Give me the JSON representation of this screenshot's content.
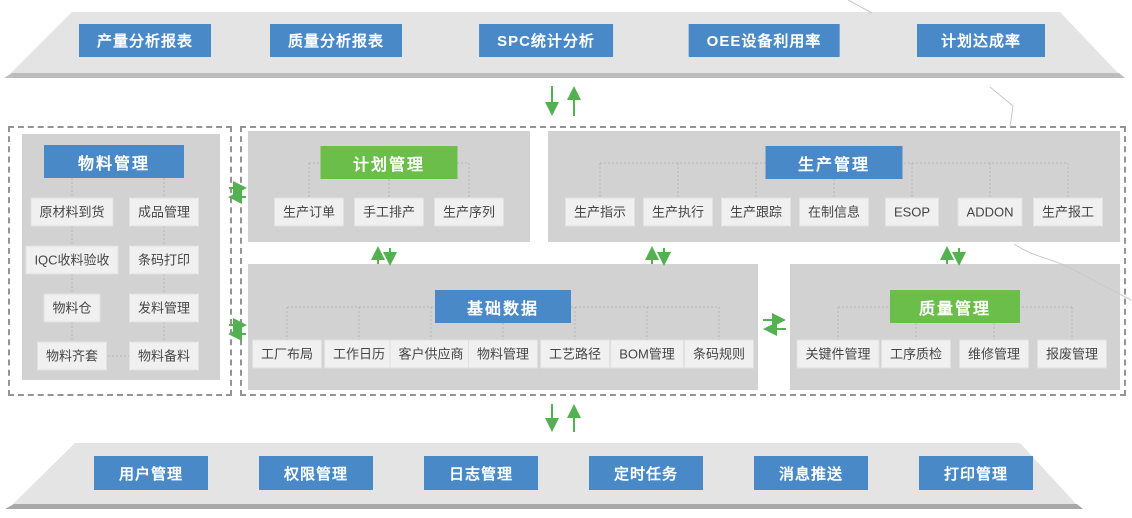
{
  "top_bar": {
    "items": [
      "产量分析报表",
      "质量分析报表",
      "SPC统计分析",
      "OEE设备利用率",
      "计划达成率"
    ]
  },
  "bottom_bar": {
    "items": [
      "用户管理",
      "权限管理",
      "日志管理",
      "定时任务",
      "消息推送",
      "打印管理"
    ]
  },
  "modules": {
    "material": {
      "title": "物料管理",
      "items": [
        "原材料到货",
        "成品管理",
        "IQC收料验收",
        "条码打印",
        "物料仓",
        "发料管理",
        "物料齐套",
        "物料备料"
      ]
    },
    "plan": {
      "title": "计划管理",
      "items": [
        "生产订单",
        "手工排产",
        "生产序列"
      ]
    },
    "production": {
      "title": "生产管理",
      "items": [
        "生产指示",
        "生产执行",
        "生产跟踪",
        "在制信息",
        "ESOP",
        "ADDON",
        "生产报工"
      ]
    },
    "base": {
      "title": "基础数据",
      "items": [
        "工厂布局",
        "工作日历",
        "客户供应商",
        "物料管理",
        "工艺路径",
        "BOM管理",
        "条码规则"
      ]
    },
    "quality": {
      "title": "质量管理",
      "items": [
        "关键件管理",
        "工序质检",
        "维修管理",
        "报废管理"
      ]
    }
  },
  "colors": {
    "blue": "#4a89c8",
    "green": "#6cbe4a",
    "arrow_green": "#54b152"
  }
}
